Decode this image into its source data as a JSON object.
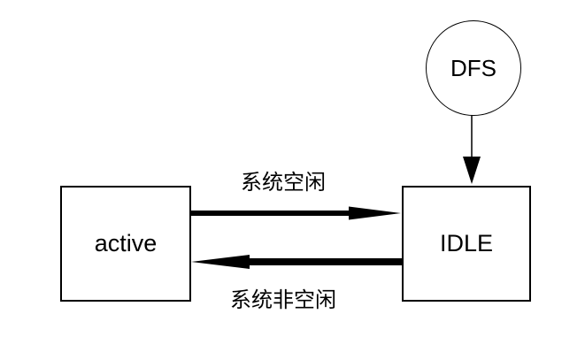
{
  "colors": {
    "background": "#ffffff",
    "stroke": "#000000",
    "connector": "#3f3f3f"
  },
  "nodes": {
    "dfs": {
      "label": "DFS",
      "shape": "circle"
    },
    "active": {
      "label": "active",
      "shape": "rect"
    },
    "idle": {
      "label": "IDLE",
      "shape": "rect"
    }
  },
  "edges": {
    "active_to_idle": {
      "from": "active",
      "to": "IDLE",
      "label": "系统空闲",
      "direction": "right"
    },
    "idle_to_active": {
      "from": "IDLE",
      "to": "active",
      "label": "系统非空闲",
      "direction": "left"
    },
    "dfs_to_idle": {
      "from": "DFS",
      "to": "IDLE",
      "label": "",
      "direction": "down"
    }
  }
}
